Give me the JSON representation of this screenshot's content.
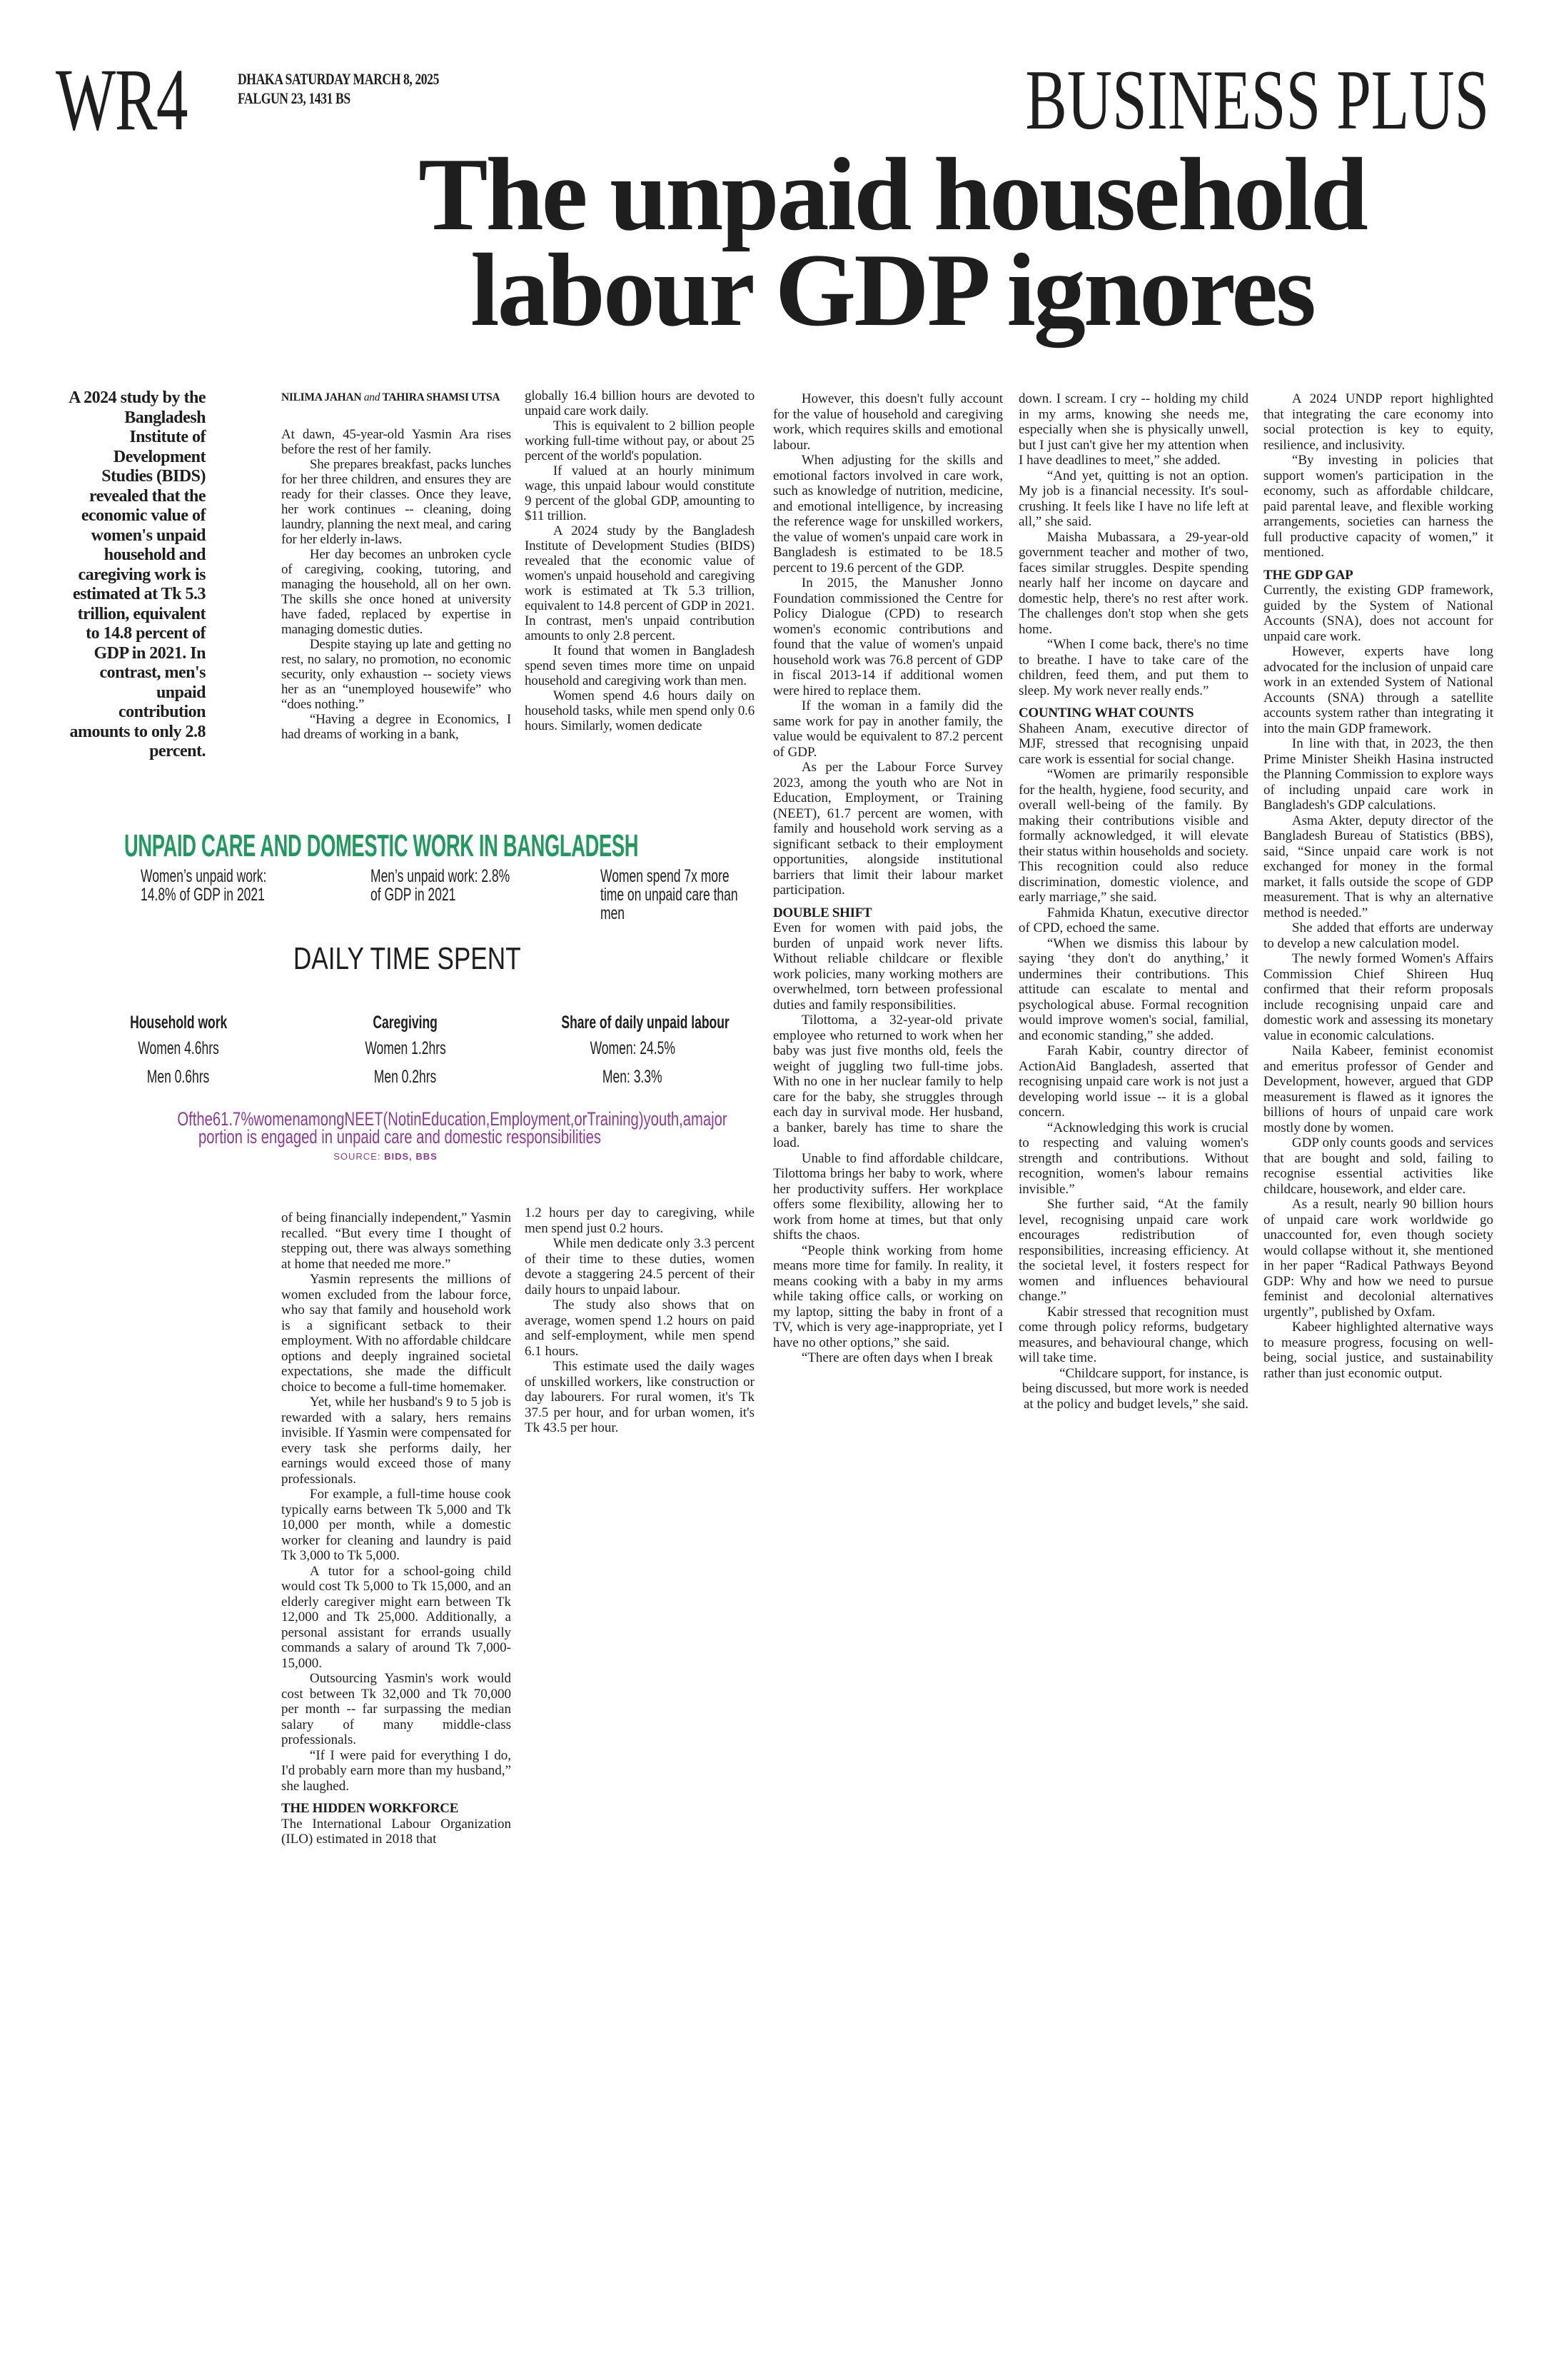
{
  "header": {
    "page_number": "WR4",
    "date_line1": "DHAKA SATURDAY MARCH 8, 2025",
    "date_line2": "FALGUN 23, 1431 BS",
    "section": "BUSINESS PLUS"
  },
  "headline": {
    "line1": "The unpaid household",
    "line2": "labour GDP ignores"
  },
  "deck": "A 2024 study by the Bangladesh Institute of Development Studies (BIDS) revealed that the economic value of women's unpaid household and caregiving work is estimated at Tk 5.3 trillion, equivalent to 14.8 percent of GDP in 2021. In contrast, men's unpaid contribution amounts to only 2.8 percent.",
  "byline": {
    "author1": "NILIMA JAHAN",
    "conj": "and",
    "author2": "TAHIRA SHAMSI UTSA"
  },
  "infographic": {
    "title": "UNPAID CARE AND DOMESTIC WORK IN BANGLADESH",
    "stats": [
      "Women’s unpaid work: 14.8% of GDP in 2021",
      "Men’s unpaid work: 2.8% of GDP in 2021",
      "Women spend 7x more time on unpaid care than men"
    ],
    "subtitle": "DAILY TIME SPENT",
    "table": [
      {
        "header": "Household work",
        "women": "Women 4.6hrs",
        "men": "Men 0.6hrs"
      },
      {
        "header": "Caregiving",
        "women": "Women 1.2hrs",
        "men": "Men 0.2hrs"
      },
      {
        "header": "Share of daily unpaid labour",
        "women": "Women: 24.5%",
        "men": "Men: 3.3%"
      }
    ],
    "note_line1": "Ofthe61.7%womenamongNEET(NotinEducation,Employment,orTraining)youth,amajor",
    "note_line2": "portion is engaged in unpaid care and domestic responsibilities",
    "source_label": "SOURCE:",
    "source_value": "BIDS, BBS",
    "accent_color": "#1f9a5c",
    "note_color": "#8e3a96"
  },
  "article": {
    "col2a": [
      {
        "t": "p",
        "noindent": true,
        "text": "At dawn, 45-year-old Yasmin Ara rises before the rest of her family."
      },
      {
        "t": "p",
        "text": "She prepares breakfast, packs lunches for her three children, and ensures they are ready for their classes. Once they leave, her work continues -- cleaning, doing laundry, planning the next meal, and caring for her elderly in-laws."
      },
      {
        "t": "p",
        "text": "Her day becomes an unbroken cycle of caregiving, cooking, tutoring, and managing the household, all on her own. The skills she once honed at university have faded, replaced by expertise in managing domestic duties."
      },
      {
        "t": "p",
        "text": "Despite staying up late and getting no rest, no salary, no promotion, no economic security, only exhaustion -- society views her as an “unemployed housewife” who “does nothing.”"
      },
      {
        "t": "p",
        "text": "“Having a degree in Economics, I had dreams of working in a bank,"
      }
    ],
    "col2b": [
      {
        "t": "p",
        "noindent": true,
        "text": "of being financially independent,” Yasmin recalled. “But every time I thought of stepping out, there was always something at home that needed me more.”"
      },
      {
        "t": "p",
        "text": "Yasmin represents the millions of women excluded from the labour force, who say that family and household work is a significant setback to their employment. With no affordable childcare options and deeply ingrained societal expectations, she made the difficult choice to become a full-time homemaker."
      },
      {
        "t": "p",
        "text": "Yet, while her husband's 9 to 5 job is rewarded with a salary, hers remains invisible. If Yasmin were compensated for every task she performs daily, her earnings would exceed those of many professionals."
      },
      {
        "t": "p",
        "text": "For example, a full-time house cook typically earns between Tk 5,000 and Tk 10,000 per month, while a domestic worker for cleaning and laundry is paid Tk 3,000 to Tk 5,000."
      },
      {
        "t": "p",
        "text": "A tutor for a school-going child would cost Tk 5,000 to Tk 15,000, and an elderly caregiver might earn between Tk 12,000 and Tk 25,000. Additionally, a personal assistant for errands usually commands a salary of around Tk 7,000-15,000."
      },
      {
        "t": "p",
        "text": "Outsourcing Yasmin's work would cost between Tk 32,000 and Tk 70,000 per month -- far surpassing the median salary of many middle-class professionals."
      },
      {
        "t": "p",
        "text": "“If I were paid for everything I do, I'd probably earn more than my husband,” she laughed."
      },
      {
        "t": "h",
        "text": "THE HIDDEN WORKFORCE"
      },
      {
        "t": "p",
        "text": "The International Labour Organization (ILO) estimated in 2018 that"
      }
    ],
    "col3a": [
      {
        "t": "p",
        "noindent": true,
        "text": "globally 16.4 billion hours are devoted to unpaid care work daily."
      },
      {
        "t": "p",
        "text": "This is equivalent to 2 billion people working full-time without pay, or about 25 percent of the world's population."
      },
      {
        "t": "p",
        "text": "If valued at an hourly minimum wage, this unpaid labour would constitute 9 percent of the global GDP, amounting to $11 trillion."
      },
      {
        "t": "p",
        "text": "A 2024 study by the Bangladesh Institute of Development Studies (BIDS) revealed that the economic value of women's unpaid household and caregiving work is estimated at Tk 5.3 trillion, equivalent to 14.8 percent of GDP in 2021. In contrast, men's unpaid contribution amounts to only 2.8 percent."
      },
      {
        "t": "p",
        "text": "It found that women in Bangladesh spend seven times more time on unpaid household and caregiving work than men."
      },
      {
        "t": "p",
        "text": "Women spend 4.6 hours daily on household tasks, while men spend only 0.6 hours. Similarly, women dedicate"
      }
    ],
    "col3b": [
      {
        "t": "p",
        "noindent": true,
        "text": "1.2 hours per day to caregiving, while men spend just 0.2 hours."
      },
      {
        "t": "p",
        "text": "While men dedicate only 3.3 percent of their time to these duties, women devote a staggering 24.5 percent of their daily hours to unpaid labour."
      },
      {
        "t": "p",
        "text": "The study also shows that on average, women spend 1.2 hours on paid and self-employment, while men spend 6.1 hours."
      },
      {
        "t": "p",
        "text": "This estimate used the daily wages of unskilled workers, like construction or day labourers. For rural women, it's Tk 37.5 per hour, and for urban women, it's Tk 43.5 per hour."
      }
    ],
    "col4": [
      {
        "t": "p",
        "text": "However, this doesn't fully account for the value of household and caregiving work, which requires skills and emotional labour."
      },
      {
        "t": "p",
        "text": "When adjusting for the skills and emotional factors involved in care work, such as knowledge of nutrition, medicine, and emotional intelligence, by increasing the reference wage for unskilled workers, the value of women's unpaid care work in Bangladesh is estimated to be 18.5 percent to 19.6 percent of the GDP."
      },
      {
        "t": "p",
        "text": "In 2015, the Manusher Jonno Foundation commissioned the Centre for Policy Dialogue (CPD) to research women's economic contributions and found that the value of women's unpaid household work was 76.8 percent of GDP in fiscal 2013-14 if additional women were hired to replace them."
      },
      {
        "t": "p",
        "text": "If the woman in a family did the same work for pay in another family, the value would be equivalent to 87.2 percent of GDP."
      },
      {
        "t": "p",
        "text": "As per the Labour Force Survey 2023, among the youth who are Not in Education, Employment, or Training (NEET), 61.7 percent are women, with family and household work serving as a significant setback to their employment opportunities, alongside institutional barriers that limit their labour market participation."
      },
      {
        "t": "h",
        "text": "DOUBLE SHIFT"
      },
      {
        "t": "p",
        "text": "Even for women with paid jobs, the burden of unpaid work never lifts. Without reliable childcare or flexible work policies, many working mothers are overwhelmed, torn between professional duties and family responsibilities."
      },
      {
        "t": "p",
        "text": "Tilottoma, a 32-year-old private employee who returned to work when her baby was just five months old, feels the weight of juggling two full-time jobs. With no one in her nuclear family to help care for the baby, she struggles through each day in survival mode. Her husband, a banker, barely has time to share the load."
      },
      {
        "t": "p",
        "text": "Unable to find affordable childcare, Tilottoma brings her baby to work, where her productivity suffers. Her workplace offers some flexibility, allowing her to work from home at times, but that only shifts the chaos."
      },
      {
        "t": "p",
        "text": "“People think working from home means more time for family. In reality, it means cooking with a baby in my arms while taking office calls, or working on my laptop, sitting the baby in front of a TV, which is very age-inappropriate, yet I have no other options,” she said."
      },
      {
        "t": "p",
        "text": "“There are often days when I break"
      }
    ],
    "col5": [
      {
        "t": "p",
        "noindent": true,
        "text": "down. I scream. I cry -- holding my child in my arms, knowing she needs me, especially when she is physically unwell, but I just can't give her my attention when I have deadlines to meet,” she added."
      },
      {
        "t": "p",
        "text": "“And yet, quitting is not an option. My job is a financial necessity. It's soul-crushing. It feels like I have no life left at all,” she said."
      },
      {
        "t": "p",
        "text": "Maisha Mubassara, a 29-year-old government teacher and mother of two, faces similar struggles. Despite spending nearly half her income on daycare and domestic help, there's no rest after work. The challenges don't stop when she gets home."
      },
      {
        "t": "p",
        "text": "“When I come back, there's no time to breathe. I have to take care of the children, feed them, and put them to sleep. My work never really ends.”"
      },
      {
        "t": "h",
        "text": "COUNTING WHAT COUNTS"
      },
      {
        "t": "p",
        "text": "Shaheen Anam, executive director of MJF, stressed that recognising unpaid care work is essential for social change."
      },
      {
        "t": "p",
        "text": "“Women are primarily responsible for the health, hygiene, food security, and overall well-being of the family. By making their contributions visible and formally acknowledged, it will elevate their status within households and society. This recognition could also reduce discrimination, domestic violence, and early marriage,” she said."
      },
      {
        "t": "p",
        "text": "Fahmida Khatun, executive director of CPD, echoed the same."
      },
      {
        "t": "p",
        "text": "“When we dismiss this labour by saying ‘they don't do anything,’ it undermines their contributions. This attitude can escalate to mental and psychological abuse. Formal recognition would improve women's social, familial, and economic standing,” she added."
      },
      {
        "t": "p",
        "text": "Farah Kabir, country director of ActionAid Bangladesh, asserted that recognising unpaid care work is not just a developing world issue -- it is a global concern."
      },
      {
        "t": "p",
        "text": "“Acknowledging this work is crucial to respecting and valuing women's strength and contributions. Without recognition, women's labour remains invisible.”"
      },
      {
        "t": "p",
        "text": "She further said, “At the family level, recognising unpaid care work encourages redistribution of responsibilities, increasing efficiency. At the societal level, it fosters respect for women and influences behavioural change.”"
      },
      {
        "t": "p",
        "text": "Kabir stressed that recognition must come through policy reforms, budgetary measures, and behavioural change, which will take time."
      },
      {
        "t": "p",
        "text": "“Childcare support, for instance, is being discussed, but more work is needed at the policy and budget levels,” she said."
      }
    ],
    "col6": [
      {
        "t": "p",
        "text": "A 2024 UNDP report highlighted that integrating the care economy into social protection is key to equity, resilience, and inclusivity."
      },
      {
        "t": "p",
        "text": "“By investing in policies that support women's participation in the economy, such as affordable childcare, paid parental leave, and flexible working arrangements, societies can harness the full productive capacity of women,” it mentioned."
      },
      {
        "t": "h",
        "text": "THE GDP GAP"
      },
      {
        "t": "p",
        "text": "Currently, the existing GDP framework, guided by the System of National Accounts (SNA), does not account for unpaid care work."
      },
      {
        "t": "p",
        "text": "However, experts have long advocated for the inclusion of unpaid care work in an extended System of National Accounts (SNA) through a satellite accounts system rather than integrating it into the main GDP framework."
      },
      {
        "t": "p",
        "text": "In line with that, in 2023, the then Prime Minister Sheikh Hasina instructed the Planning Commission to explore ways of including unpaid care work in Bangladesh's GDP calculations."
      },
      {
        "t": "p",
        "text": "Asma Akter, deputy director of the Bangladesh Bureau of Statistics (BBS), said, “Since unpaid care work is not exchanged for money in the formal market, it falls outside the scope of GDP measurement. That is why an alternative method is needed.”"
      },
      {
        "t": "p",
        "text": "She added that efforts are underway to develop a new calculation model."
      },
      {
        "t": "p",
        "text": "The newly formed Women's Affairs Commission Chief Shireen Huq confirmed that their reform proposals include recognising unpaid care and domestic work and assessing its monetary value in economic calculations."
      },
      {
        "t": "p",
        "text": "Naila Kabeer, feminist economist and emeritus professor of Gender and Development, however, argued that GDP measurement is flawed as it ignores the billions of hours of unpaid care work mostly done by women."
      },
      {
        "t": "p",
        "text": "GDP only counts goods and services that are bought and sold, failing to recognise essential activities like childcare, housework, and elder care."
      },
      {
        "t": "p",
        "text": "As a result, nearly 90 billion hours of unpaid care work worldwide go unaccounted for, even though society would collapse without it, she mentioned in her paper “Radical Pathways Beyond GDP: Why and how we need to pursue feminist and decolonial alternatives urgently”, published by Oxfam."
      },
      {
        "t": "p",
        "text": "Kabeer highlighted alternative ways to measure progress, focusing on well-being, social justice, and sustainability rather than just economic output."
      }
    ]
  }
}
